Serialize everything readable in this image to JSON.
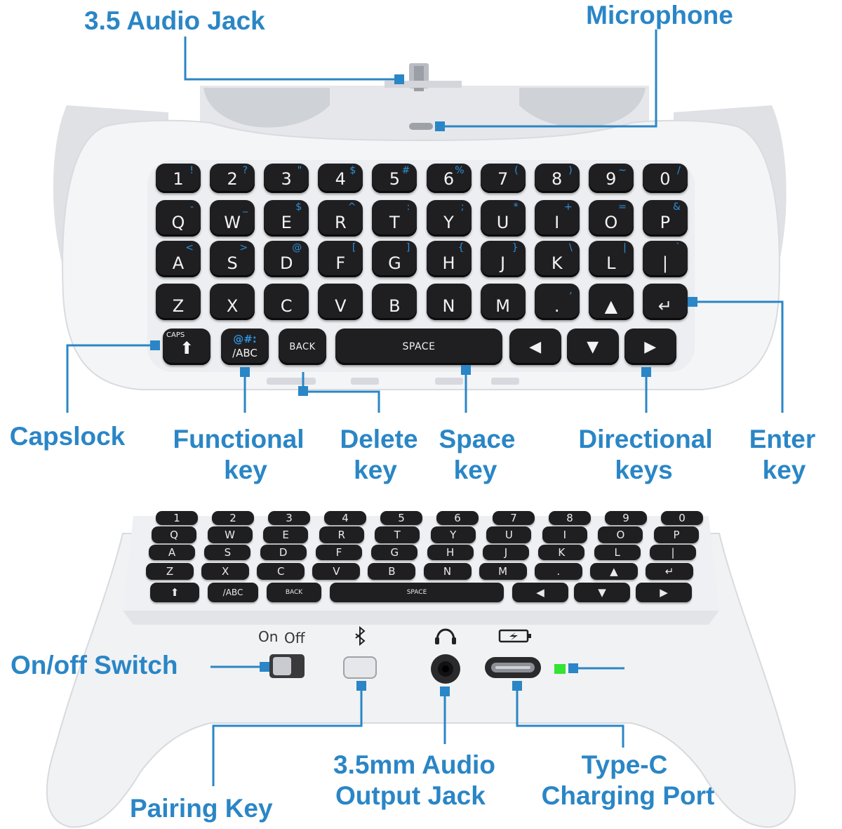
{
  "colors": {
    "accent": "#2a86c6",
    "device": "#f2f3f5",
    "key": "#1f1f22",
    "led": "#33e433"
  },
  "top_keyboard": {
    "row_numbers": [
      {
        "main": "1",
        "sec": "!"
      },
      {
        "main": "2",
        "sec": "?"
      },
      {
        "main": "3",
        "sec": "\""
      },
      {
        "main": "4",
        "sec": "$"
      },
      {
        "main": "5",
        "sec": "#"
      },
      {
        "main": "6",
        "sec": "%"
      },
      {
        "main": "7",
        "sec": "("
      },
      {
        "main": "8",
        "sec": ")"
      },
      {
        "main": "9",
        "sec": "~"
      },
      {
        "main": "0",
        "sec": "/"
      }
    ],
    "row_q": [
      {
        "main": "Q",
        "sec": "-"
      },
      {
        "main": "W",
        "sec": "_"
      },
      {
        "main": "E",
        "sec": "$"
      },
      {
        "main": "R",
        "sec": "^"
      },
      {
        "main": "T",
        "sec": ":"
      },
      {
        "main": "Y",
        "sec": ";"
      },
      {
        "main": "U",
        "sec": "*"
      },
      {
        "main": "I",
        "sec": "+"
      },
      {
        "main": "O",
        "sec": "="
      },
      {
        "main": "P",
        "sec": "&"
      }
    ],
    "row_a": [
      {
        "main": "A",
        "sec": "<"
      },
      {
        "main": "S",
        "sec": ">"
      },
      {
        "main": "D",
        "sec": "@"
      },
      {
        "main": "F",
        "sec": "["
      },
      {
        "main": "G",
        "sec": "]"
      },
      {
        "main": "H",
        "sec": "{"
      },
      {
        "main": "J",
        "sec": "}"
      },
      {
        "main": "K",
        "sec": "\\"
      },
      {
        "main": "L",
        "sec": "|"
      },
      {
        "main": "|",
        "sec": "`"
      }
    ],
    "row_z": [
      {
        "main": "Z",
        "sec": ""
      },
      {
        "main": "X",
        "sec": ""
      },
      {
        "main": "C",
        "sec": ""
      },
      {
        "main": "V",
        "sec": ""
      },
      {
        "main": "B",
        "sec": ""
      },
      {
        "main": "N",
        "sec": ""
      },
      {
        "main": "M",
        "sec": ""
      },
      {
        "main": ".",
        "sec": ","
      },
      {
        "main": "▲",
        "sec": ""
      },
      {
        "main": "↵",
        "sec": ""
      }
    ],
    "caps_label": "CAPS",
    "caps_arrow": "⬆",
    "func_top": "@#:",
    "func_bottom": "/ABC",
    "back_label": "BACK",
    "space_label": "SPACE",
    "left_arrow": "◀",
    "down_arrow": "▼",
    "right_arrow": "▶"
  },
  "bottom_device": {
    "switch_on": "On",
    "switch_off": "Off",
    "bluetooth_icon": "bluetooth-icon",
    "headphone_icon": "headphone-icon",
    "battery_icon": "battery-charging-icon"
  },
  "labels": {
    "audio_jack": "3.5 Audio Jack",
    "microphone": "Microphone",
    "capslock": "Capslock",
    "functional_1": "Functional",
    "functional_2": "key",
    "delete_1": "Delete",
    "delete_2": "key",
    "space_1": "Space",
    "space_2": "key",
    "directional_1": "Directional",
    "directional_2": "keys",
    "enter_1": "Enter",
    "enter_2": "key",
    "onoff": "On/off Switch",
    "pairing": "Pairing Key",
    "audio_out_1": "3.5mm Audio",
    "audio_out_2": "Output Jack",
    "typec_1": "Type-C",
    "typec_2": "Charging Port"
  }
}
